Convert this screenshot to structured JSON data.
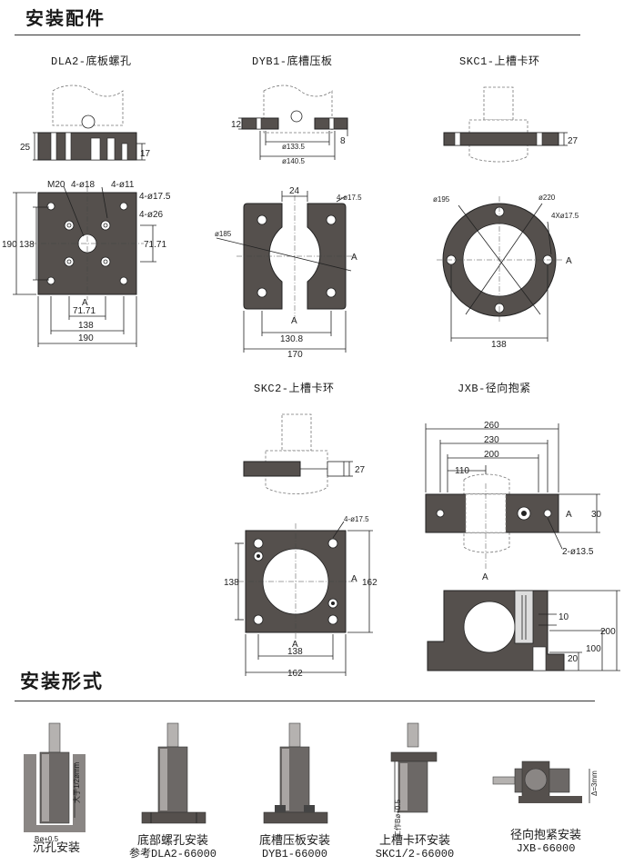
{
  "sections": {
    "accessories_title": "安装配件",
    "mounting_title": "安装形式"
  },
  "parts": {
    "dla2": {
      "title": "DLA2-底板螺孔",
      "dims": {
        "h25": "25",
        "h17": "17",
        "m20": "M20",
        "d18": "4-ø18",
        "d11": "4-ø11",
        "d175": "4-ø17.5",
        "d26": "4-ø26",
        "w190v": "190",
        "w138v": "138",
        "w7171r": "71.71",
        "a": "A",
        "w7171": "71.71",
        "w138": "138",
        "w190": "190"
      }
    },
    "dyb1": {
      "title": "DYB1-底槽压板",
      "dims": {
        "h12": "12",
        "h8": "8",
        "d1335": "ø133.5",
        "d1405": "ø140.5",
        "w24": "24",
        "d175": "4-ø17.5",
        "d185": "ø185",
        "a1": "A",
        "a2": "A",
        "w1308": "130.8",
        "w170": "170"
      }
    },
    "skc1": {
      "title": "SKC1-上槽卡环",
      "dims": {
        "h27": "27",
        "d195": "ø195",
        "d220": "ø220",
        "d175": "4Xø17.5",
        "a": "A",
        "w138": "138"
      }
    },
    "skc2": {
      "title": "SKC2-上槽卡环",
      "dims": {
        "h27": "27",
        "d175": "4-ø17.5",
        "h138": "138",
        "a1": "A",
        "h162": "162",
        "a2": "A",
        "w138": "138",
        "w162": "162"
      }
    },
    "jxb": {
      "title": "JXB-径向抱紧",
      "dims": {
        "w260": "260",
        "w230": "230",
        "w200": "200",
        "w110": "110",
        "h30": "30",
        "a1": "A",
        "d135": "2-ø13.5",
        "a2": "A",
        "h10": "10",
        "h200": "200",
        "h100": "100",
        "h20": "20"
      }
    }
  },
  "mounting": [
    {
      "line1": "沉孔安装",
      "line2": "",
      "note_a": "大于1/2ømm",
      "note_b": "Bø+0.5"
    },
    {
      "line1": "底部螺孔安装",
      "line2": "参考DLA2-66000"
    },
    {
      "line1": "底槽压板安装",
      "line2": "DYB1-66000"
    },
    {
      "line1": "上槽卡环安装",
      "line2": "SKC1/2-66000",
      "note_a": "工作Bø+0.5"
    },
    {
      "line1": "径向抱紧安装",
      "line2": "JXB-66000",
      "note_a": "Δ=3mm"
    }
  ],
  "colors": {
    "plate": "#55504d",
    "plate_dark": "#3a3634",
    "line": "#222222",
    "ghost": "#888888"
  }
}
